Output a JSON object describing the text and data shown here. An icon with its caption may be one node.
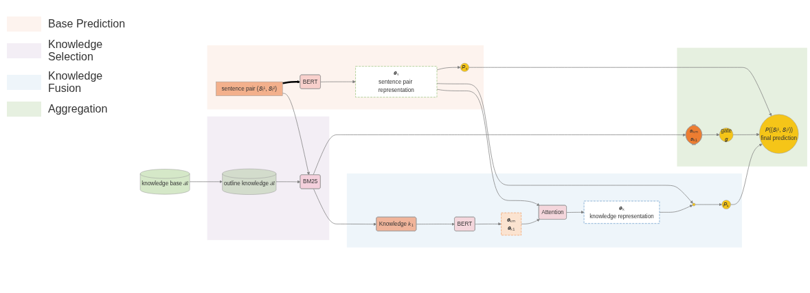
{
  "diagram": {
    "nodes": [
      {
        "text": [],
        "shape": "box"
      },
      {
        "text": [],
        "shape": "box"
      },
      {
        "text": [],
        "shape": "box"
      },
      {
        "text": [],
        "shape": "box"
      },
      {
        "text": [
          "knowledge base ℬ"
        ]
      },
      {
        "text": [
          "outline knowledge ℬ"
        ],
        "in": 2
      },
      {
        "text": [
          "BM25"
        ],
        "in": 2
      },
      {
        "text": [
          "Knowledge 𝑘₁"
        ],
        "in": 1
      },
      {
        "text": [
          "BERT"
        ],
        "in": 1
      },
      {
        "text": [
          "𝒆ₖₘ",
          "𝒆ₖ₁"
        ],
        "in": 1
      },
      {
        "text": [
          "Attention"
        ],
        "in": 1
      },
      {
        "text": [
          "𝒆ₖ",
          "knowledge representation"
        ],
        "in": 1
      },
      {
        "text": [],
        "shape": "circle",
        "in": 1
      },
      {
        "text": [
          "𝑃ₖ"
        ],
        "in": 1
      },
      {
        "text": [
          "𝑠ₖₘ",
          "𝑠ₖ₁"
        ],
        "in": 0
      },
      {
        "text": [
          "gate",
          "𝑔"
        ],
        "in": 0
      },
      {
        "text": [
          "𝑃((𝑆ᵢ¹, 𝑆ᵢ¹))",
          "final prediction"
        ],
        "in": 0
      },
      {
        "text": [
          "BERT"
        ],
        "in": 3
      },
      {
        "text": [
          "sentence pair (𝑆ᵢ¹, 𝑆ᵢ²)"
        ],
        "in": 3
      },
      {
        "text": [
          "𝒆ₛ",
          "sentence pair representation"
        ],
        "in": 3
      },
      {
        "text": [
          "𝑃ₛ"
        ],
        "in": 3
      }
    ],
    "edges": [
      {
        "from": 4,
        "to": 5,
        "arrow": "to"
      },
      {
        "from": 5,
        "to": 6,
        "arrow": "to"
      },
      {
        "from": 6,
        "to": 7,
        "arrow": "to"
      },
      {
        "from": 6,
        "to": 14,
        "arrow": "to"
      },
      {
        "from": 18,
        "to": 6,
        "arrow": "to"
      },
      {
        "from": 18,
        "to": 17,
        "arrow": "to",
        "style": "thick",
        "color": "#000000"
      },
      {
        "from": 7,
        "to": 8,
        "arrow": "to"
      },
      {
        "from": 8,
        "to": 9,
        "arrow": "to"
      },
      {
        "from": 9,
        "to": 10,
        "arrow": "to"
      },
      {
        "from": 10,
        "to": 11,
        "arrow": "to"
      },
      {
        "from": 11,
        "to": 12,
        "arrow": "to"
      },
      {
        "from": 12,
        "to": 13,
        "arrow": "to"
      },
      {
        "from": 13,
        "to": 16,
        "arrow": "to"
      },
      {
        "from": 14,
        "to": 15,
        "arrow": "to"
      },
      {
        "from": 15,
        "to": 16,
        "arrow": "to"
      },
      {
        "from": 17,
        "to": 19,
        "arrow": "to"
      },
      {
        "from": 19,
        "to": 10,
        "arrow": "to"
      },
      {
        "from": 19,
        "to": 12,
        "arrow": "to"
      },
      {
        "from": 19,
        "to": 20,
        "arrow": "to"
      },
      {
        "from": 20,
        "to": 16,
        "arrow": "to"
      }
    ],
    "legend": [
      {
        "text": "Base Prediction",
        "color": "#fdf3ee"
      },
      {
        "text": "Knowledge Selection",
        "color": "#f3eef5"
      },
      {
        "text": "Knowledge Fusion",
        "color": "#eef5fa"
      },
      {
        "text": "Aggregation",
        "color": "#e6f0e0"
      }
    ]
  }
}
